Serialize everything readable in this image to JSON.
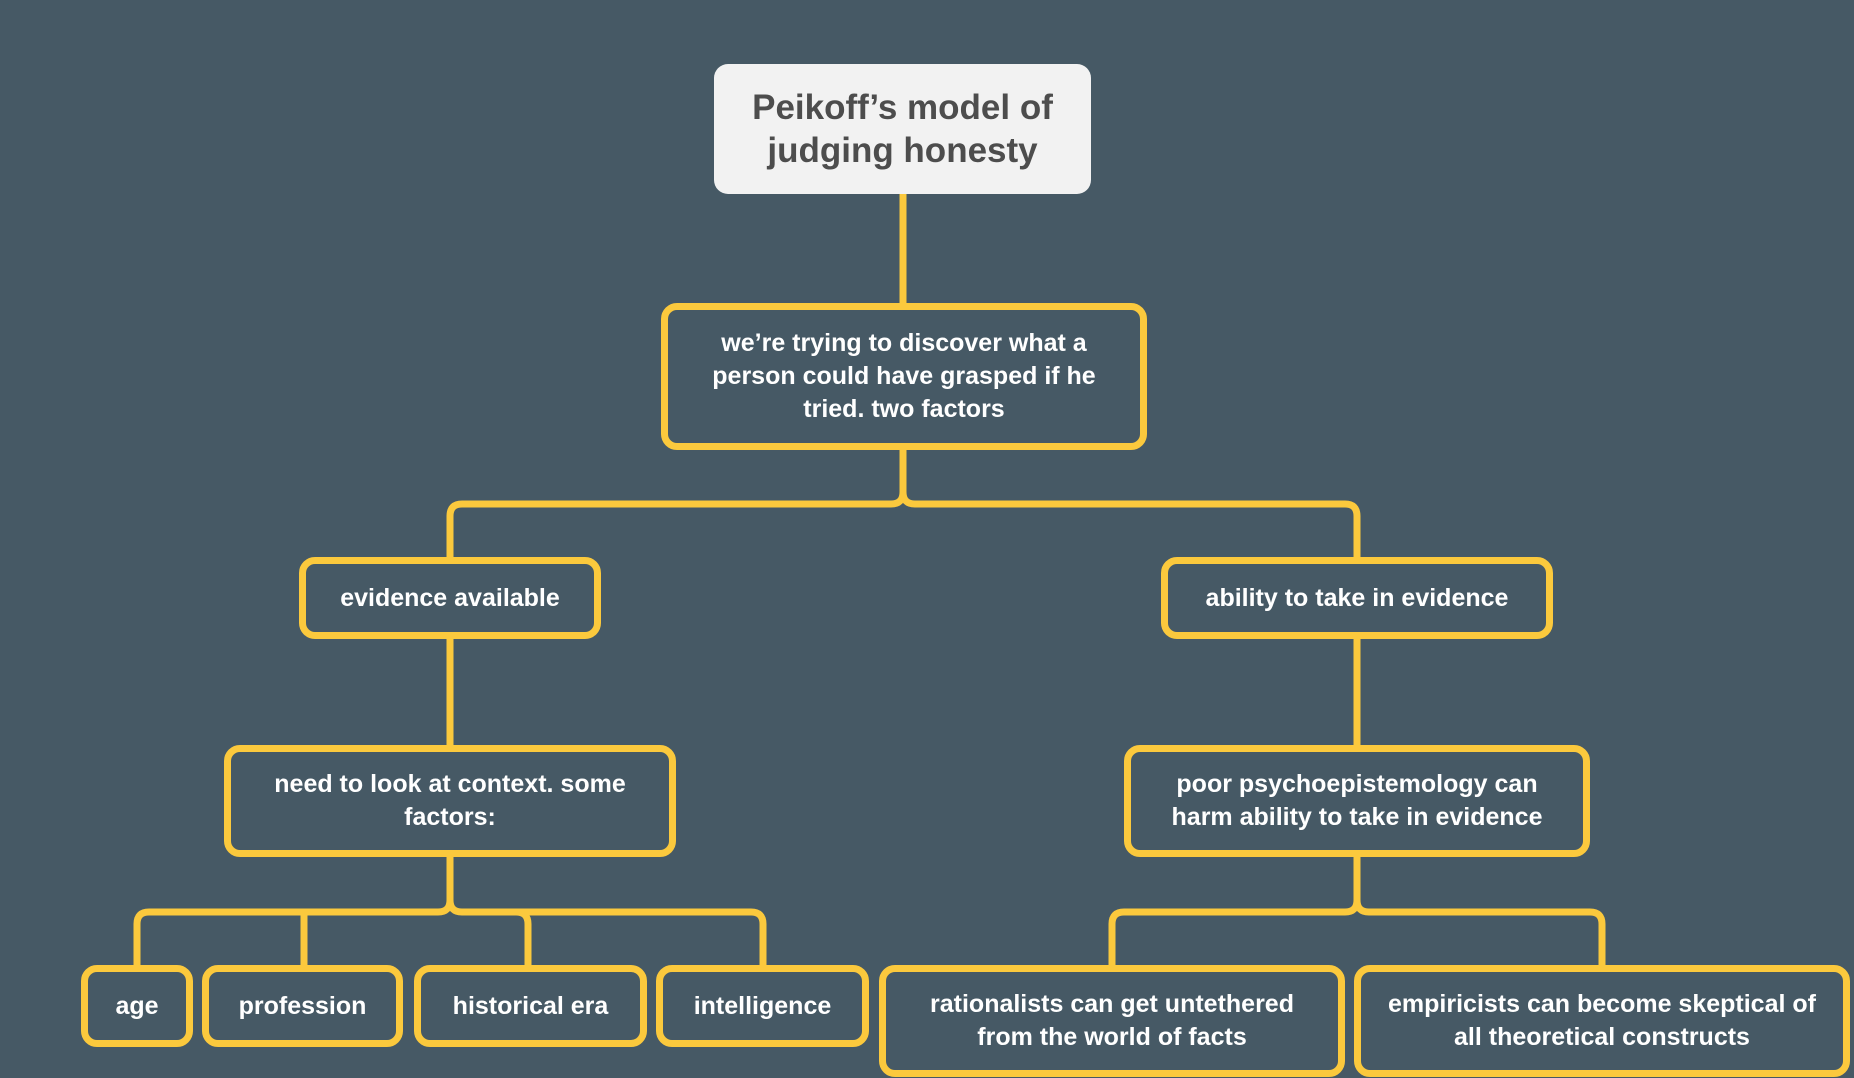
{
  "colors": {
    "background": "#465965",
    "accent": "#fbc93d",
    "root_fill": "#f2f2f2",
    "root_text": "#4d4d4d",
    "node_text": "#ffffff"
  },
  "root": {
    "label": "Peikoff’s model of judging honesty"
  },
  "level1": {
    "label": "we’re trying to discover what a person could have grasped if he tried. two factors"
  },
  "branches": {
    "left": {
      "label": "evidence available",
      "child": {
        "label": "need to look at context. some factors:",
        "leaves": [
          "age",
          "profession",
          "historical era",
          "intelligence"
        ]
      }
    },
    "right": {
      "label": "ability to take in evidence",
      "child": {
        "label": "poor psychoepistemology can harm ability to take in evidence",
        "leaves": [
          "rationalists can get untethered from the world of facts",
          "empiricists can become skeptical of all theoretical constructs"
        ]
      }
    }
  }
}
